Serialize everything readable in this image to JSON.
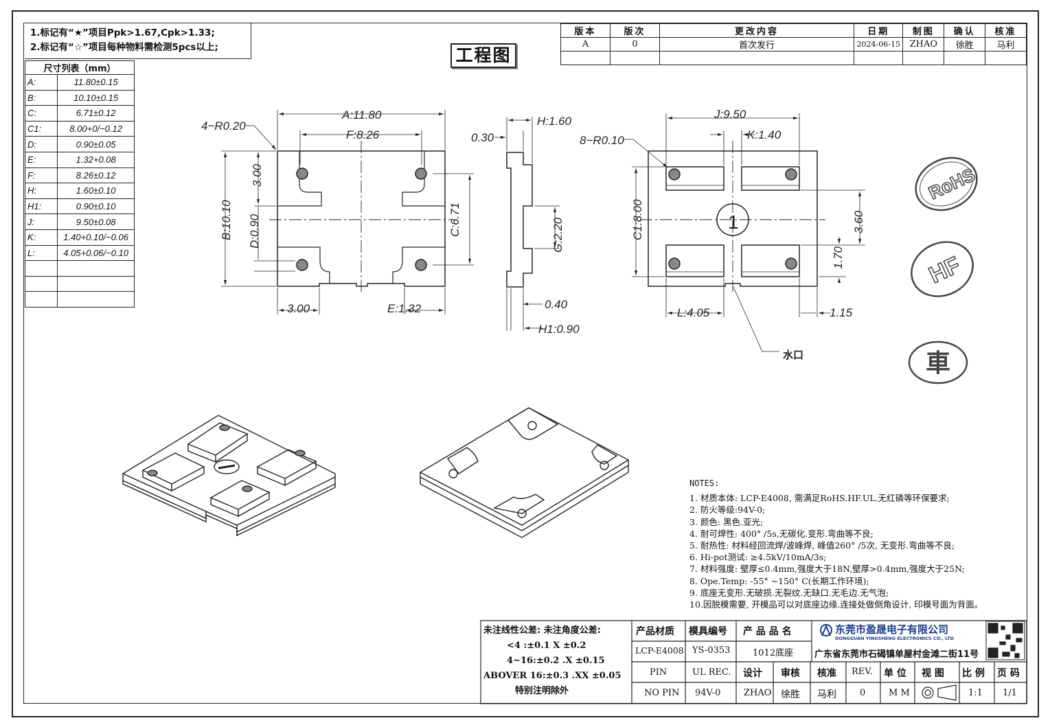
{
  "drawing_title": "工程图",
  "requirements": [
    "1.标记有“★”项目Ppk>1.67,Cpk>1.33;",
    "2.标记有“☆”项目每种物料需检测5pcs以上;"
  ],
  "revision_table": {
    "headers": [
      "版本",
      "版次",
      "更改内容",
      "日期",
      "制图",
      "确认",
      "核准"
    ],
    "rows": [
      [
        "A",
        "0",
        "首次发行",
        "2024-06-15",
        "ZHAO",
        "徐胜",
        "马利"
      ]
    ]
  },
  "dimension_table": {
    "title": "尺寸列表（mm）",
    "rows": [
      [
        "A:",
        "11.80±0.15"
      ],
      [
        "B:",
        "10.10±0.15"
      ],
      [
        "C:",
        "6.71±0.12"
      ],
      [
        "C1:",
        "8.00+0/−0.12"
      ],
      [
        "D:",
        "0.90±0.05"
      ],
      [
        "E:",
        "1.32+0.08"
      ],
      [
        "F:",
        "8.26±0.12"
      ],
      [
        "H:",
        "1.60±0.10"
      ],
      [
        "H1:",
        "0.90±0.10"
      ],
      [
        "J:",
        "9.50±0.08"
      ],
      [
        "K:",
        "1.40+0.10/−0.06"
      ],
      [
        "L:",
        "4.05+0.06/−0.10"
      ]
    ]
  },
  "view_labels": {
    "top": {
      "a": "A:11.80",
      "f": "F:8.26",
      "r": "4−R0.20",
      "b": "B:10.10",
      "d": "D:0.90",
      "three_v": "3.00",
      "c": "C:6.71",
      "three_h": "3.00",
      "e": "E:1.32"
    },
    "side": {
      "h": "H:1.60",
      "t1": "0.30",
      "g": "G:2.20",
      "t2": "0.40",
      "h1": "H1:0.90"
    },
    "bottom": {
      "j": "J:9.50",
      "k": "K:1.40",
      "r": "8−R0.10",
      "c1": "C1:8.00",
      "pin1": "1",
      "v360": "3.60",
      "v170": "1.70",
      "l": "L:4.05",
      "v115": "1.15",
      "gate": "水口"
    }
  },
  "stamps": [
    "RoHS",
    "HF",
    "車"
  ],
  "notes_title": "NOTES:",
  "notes": [
    "1. 材质本体: LCP-E4008, 需满足RoHS.HF.UL.无红磷等环保要求;",
    "2. 防火等级:94V-0;",
    "3. 颜色: 黑色.亚光;",
    "4. 耐可焊性: 400° /5s,无碳化.变形.弯曲等不良;",
    "5. 耐热性: 材料经回流焊/波峰焊, 峰值260° /5次, 无变形.弯曲等不良;",
    "6. Hi-pot测试: ≥4.5kV/10mA/3s;",
    "7. 材料强度: 壁厚≤0.4mm,强度大于18N,壁厚>0.4mm,强度大于25N;",
    "8. Ope.Temp: -55° ~150° C(长期工作环境);",
    "9. 底座无变形.无破损.无裂纹.无缺口.无毛边.无气泡;",
    "10.因脱模需要, 开模品可以对底座边缘.连接处做倒角设计, 印模号面为背面。"
  ],
  "tolerances": {
    "heading": "未注线性公差:  未注角度公差:",
    "lines": [
      "<4 :±0.1  X ±0.2",
      "4~16:±0.2  .X ±0.15",
      "ABOVER 16:±0.3  .XX ±0.05",
      "特别注明除外"
    ]
  },
  "title_block": {
    "h_material": "产品材质",
    "v_material": "LCP-E4008",
    "h_mold": "模具编号",
    "v_mold": "YS-0353",
    "h_product": "产 品 品 名",
    "v_product": "1012底座",
    "company_cn": "东莞市盈晟电子有限公司",
    "company_en": "DONGGUAN YINGSHENG ELECTRONICS CO., LTD",
    "address": "广东省东莞市石碣镇单屋村金滩二街11号",
    "pin_h": "PIN",
    "pin_v": "NO PIN",
    "ul_h": "UL REC.",
    "ul_v": "94V-0",
    "design_h": "设计",
    "design_v": "ZHAO",
    "review_h": "审核",
    "review_v": "徐胜",
    "approve_h": "核准",
    "approve_v": "马利",
    "rev_h": "REV.",
    "rev_v": "0",
    "unit_h": "单 位",
    "unit_v": "M M",
    "view_h": "视 图",
    "scale_h": "比 例",
    "scale_v": "1:1",
    "page_h": "页 码",
    "page_v": "1/1"
  }
}
